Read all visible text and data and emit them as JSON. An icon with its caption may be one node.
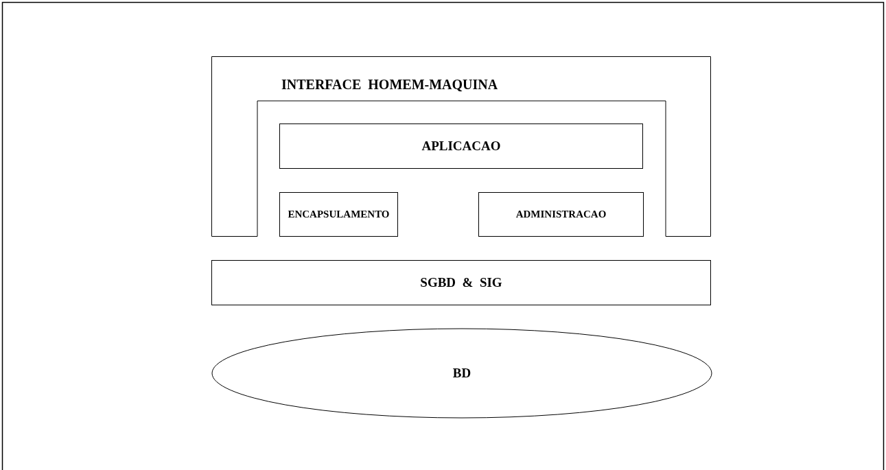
{
  "diagram": {
    "nodes": [
      {
        "text": [
          "INTERFACE  HOMEM-MAQUINA"
        ]
      },
      {
        "text": [
          "APLICACAO"
        ],
        "in": 0
      },
      {
        "text": [
          "ENCAPSULAMENTO"
        ],
        "in": 0
      },
      {
        "text": [
          "ADMINISTRACAO"
        ],
        "in": 0
      },
      {
        "text": [
          "SGBD  &  SIG"
        ]
      },
      {
        "text": [
          "BD"
        ]
      }
    ],
    "edges": []
  }
}
